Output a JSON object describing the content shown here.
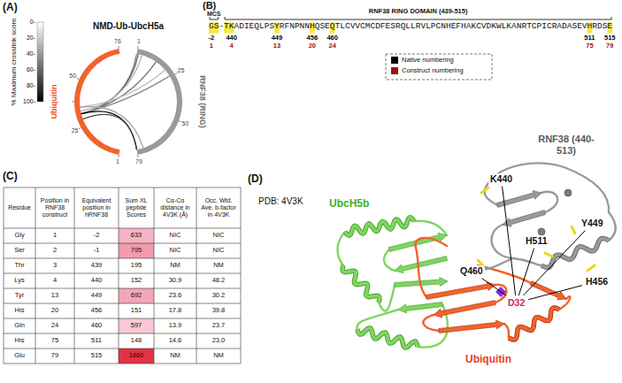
{
  "diagram": {
    "nodes": [
      {
        "text": [
          "K440"
        ]
      },
      {
        "text": [
          "Y449"
        ]
      },
      {
        "text": [
          "H456"
        ]
      },
      {
        "text": [
          "Q460"
        ]
      },
      {
        "text": [
          "H511"
        ]
      },
      {
        "text": [
          "D32"
        ]
      }
    ],
    "edges": [
      {
        "from": 5,
        "to": 0,
        "arrow": "none"
      },
      {
        "from": 5,
        "to": 1,
        "arrow": "none"
      },
      {
        "from": 5,
        "to": 2,
        "arrow": "none"
      },
      {
        "from": 5,
        "to": 3,
        "arrow": "none"
      },
      {
        "from": 5,
        "to": 4,
        "arrow": "none"
      }
    ],
    "labels": [
      "(A)",
      "NMD-Ub-UbcH5a",
      "% Maximum crosslink score",
      "0-",
      "20-",
      "40-",
      "60-",
      "80-",
      "100-",
      "Ubiquitin",
      "RNF38 (RING)",
      "76",
      "50",
      "25",
      "1",
      "1",
      "25",
      "50",
      "79",
      "(B)",
      "MCS",
      "RNF38 RING DOMAIN (439-515)",
      "GS-TKADIEQLPSYRFNPNNHQSEQTLCVVCMCDFESRQLLRVLPCNHEFHAKCVDKWLKANRTCPICRADASEVHRDSE",
      "-2",
      "440",
      "449",
      "456",
      "460",
      "511",
      "515",
      "1",
      "4",
      "13",
      "20",
      "24",
      "75",
      "79",
      "(C)",
      "Residue",
      "Position in RNF38 construct",
      "Equivalent position in hRNF38",
      "Sum XL peptide Scores",
      "Cα-Cα distance in 4V3K (Å)",
      "Occ. Wtd. Ave. b-factor in 4V3K",
      "Gly",
      "1",
      "-2",
      "633",
      "NIC",
      "NIC",
      "Ser",
      "2",
      "-1",
      "795",
      "NIC",
      "NIC",
      "Thr",
      "3",
      "439",
      "195",
      "NM",
      "NM",
      "Lys",
      "4",
      "440",
      "152",
      "30.9",
      "48.2",
      "Tyr",
      "13",
      "449",
      "692",
      "23.6",
      "30.2",
      "His",
      "20",
      "456",
      "151",
      "17.8",
      "39.8",
      "Gln",
      "24",
      "460",
      "597",
      "13.9",
      "23.7",
      "His",
      "75",
      "511",
      "148",
      "14.6",
      "23.0",
      "Glu",
      "79",
      "515",
      "1860",
      "NM",
      "NM",
      "(D)",
      "PDB: 4V3K",
      "RNF38 (440-513)",
      "UbcH5b",
      "Ubiquitin"
    ],
    "legend": [
      {
        "text": "Native numbering",
        "color": "#000000"
      },
      {
        "text": "Construct numbering",
        "color": "#a01010"
      }
    ]
  }
}
